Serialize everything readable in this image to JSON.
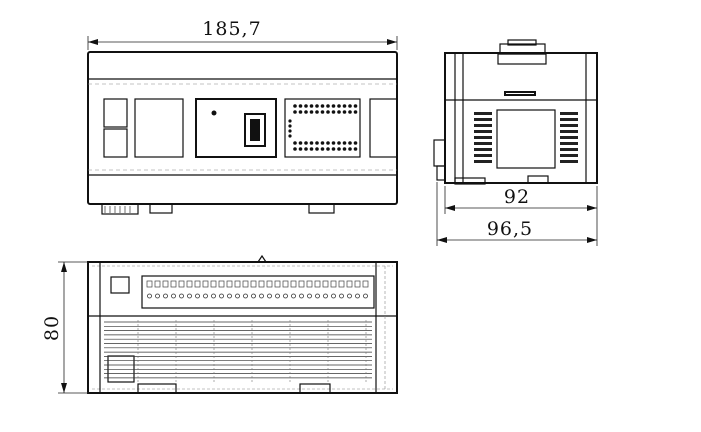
{
  "dimensions": {
    "width": "185,7",
    "height": "80",
    "depth_body": "92",
    "depth_total": "96,5"
  }
}
